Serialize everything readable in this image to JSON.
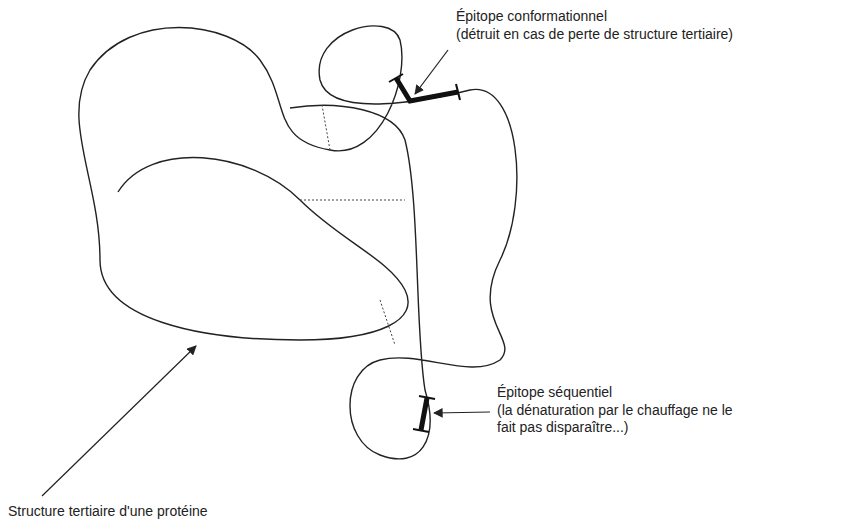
{
  "diagram": {
    "labels": [
      "Épitope conformationnel",
      "(détruit en cas de perte de structure tertiaire)",
      "Épitope séquentiel",
      "(la dénaturation par le chauffage ne le fait pas disparaître...)",
      "Structure tertiaire d'une protéine"
    ]
  }
}
